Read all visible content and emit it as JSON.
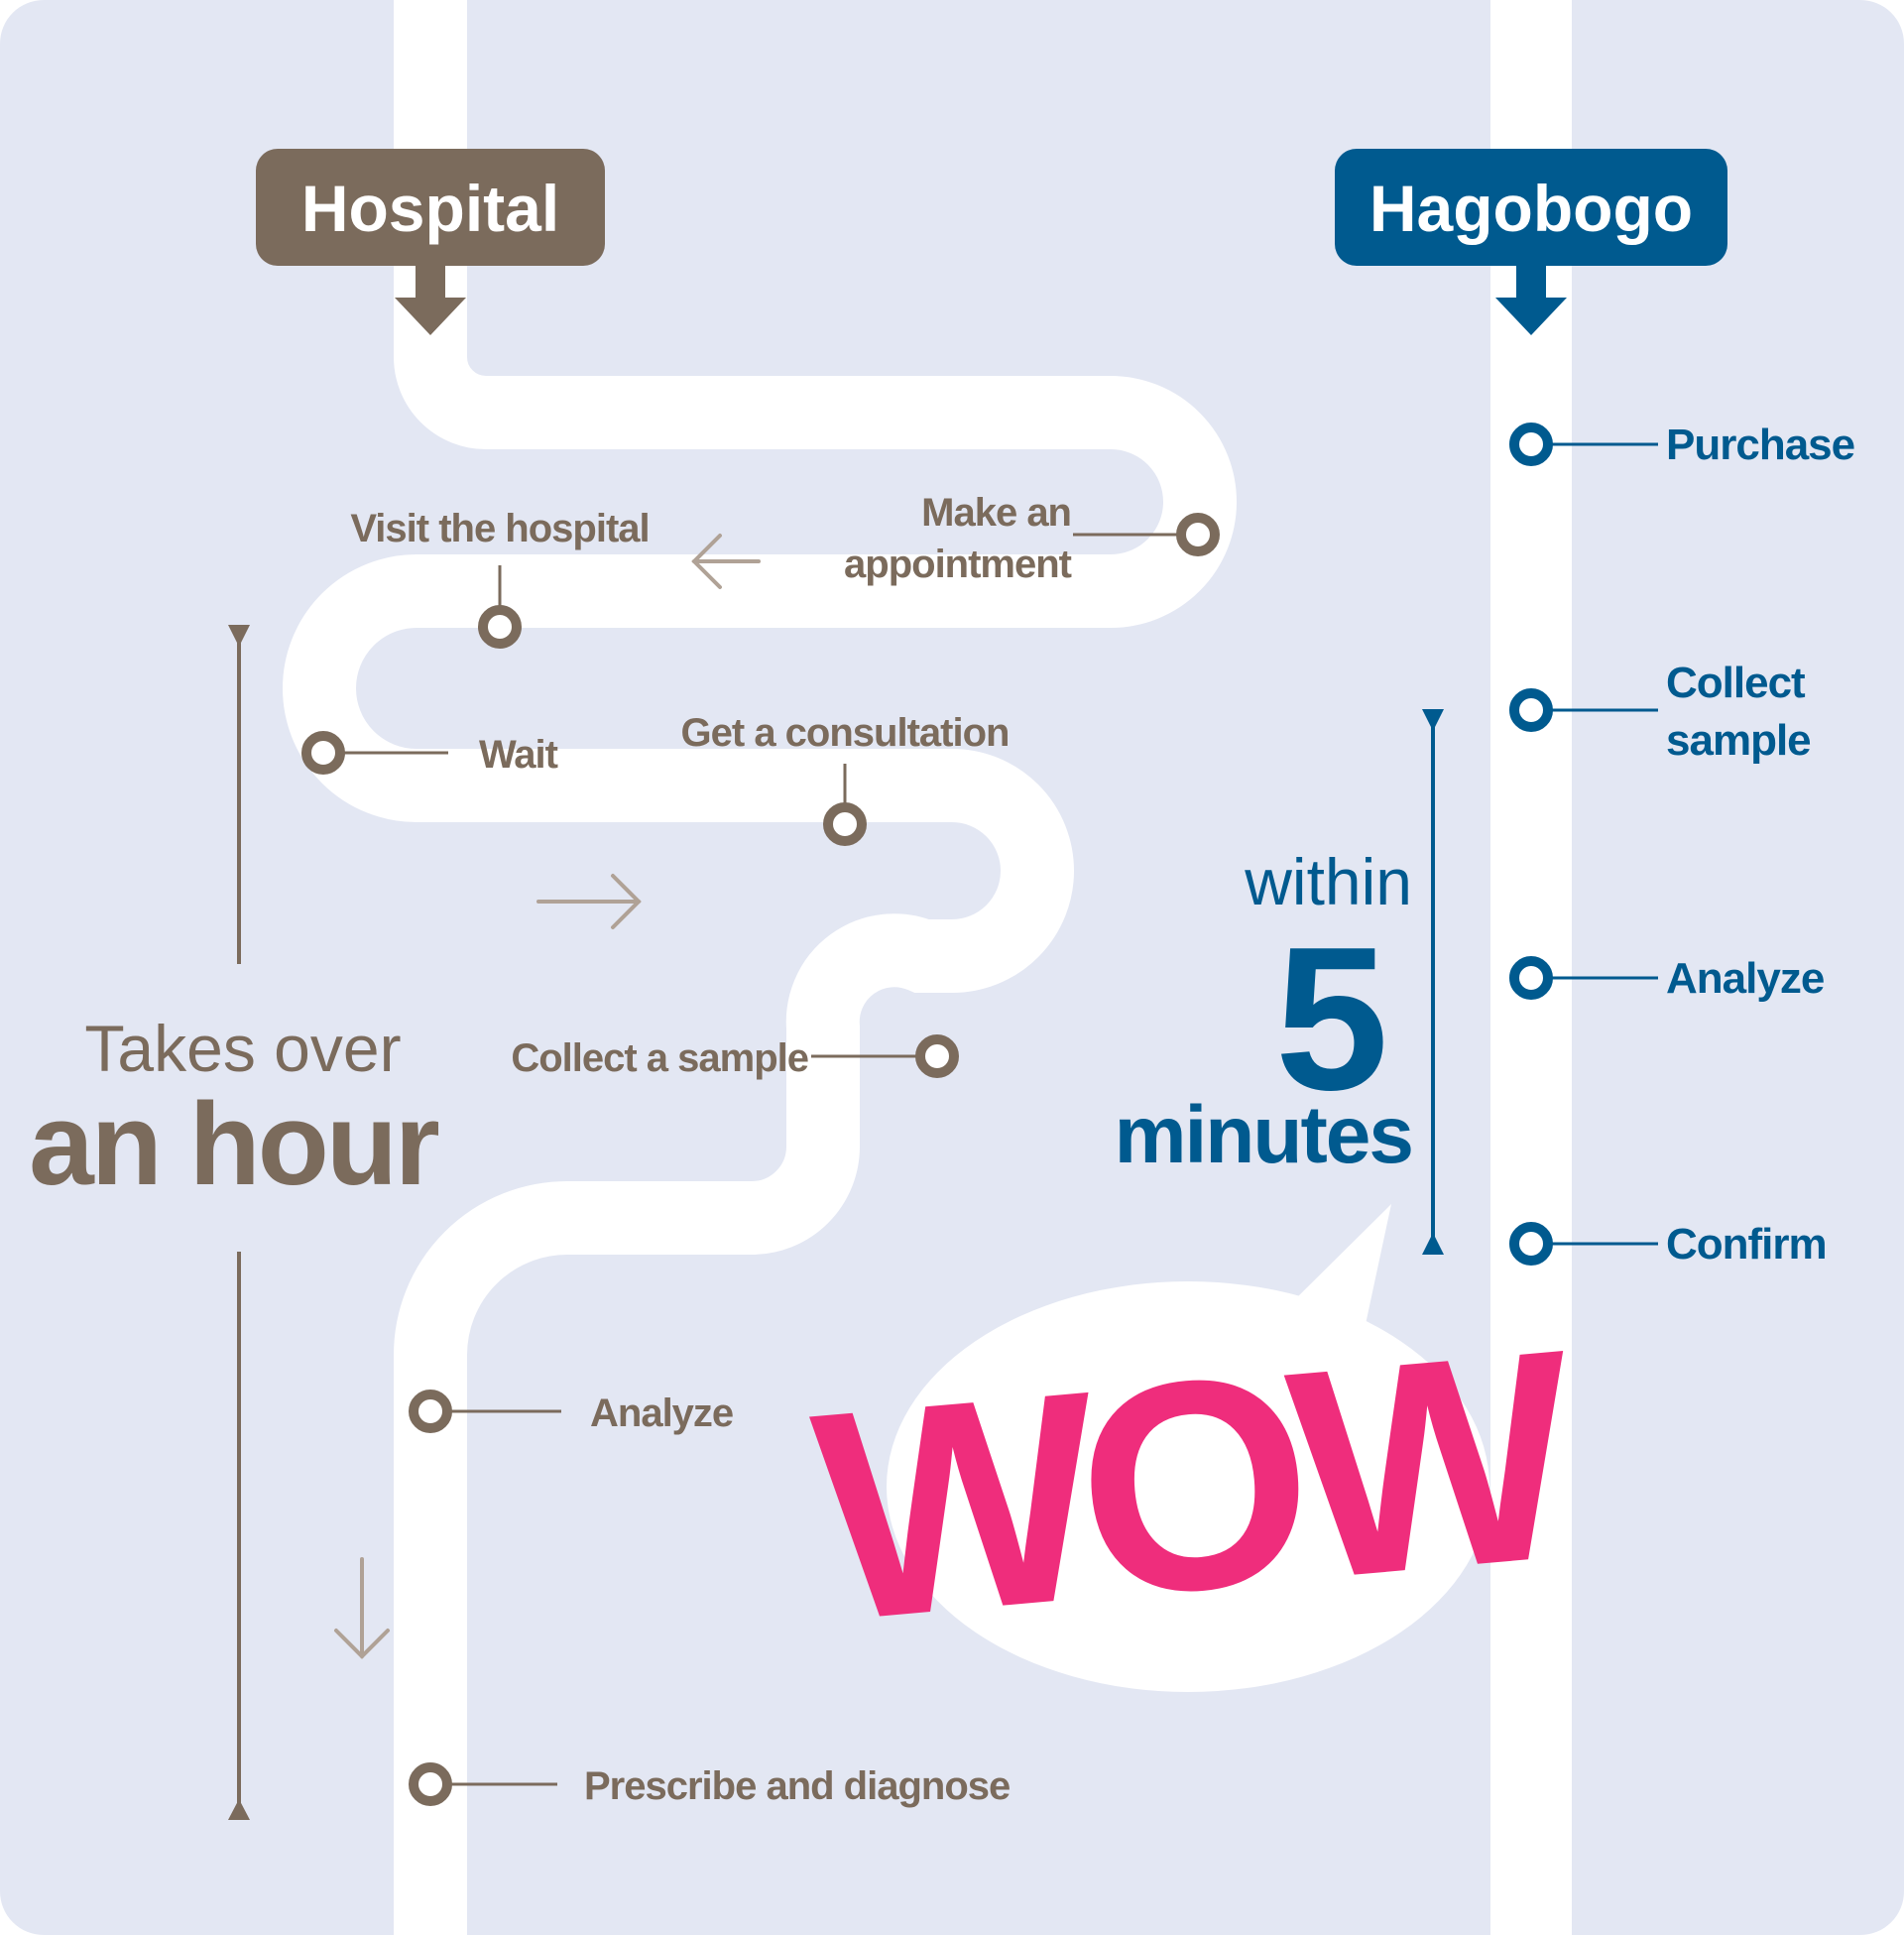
{
  "hospital": {
    "title": "Hospital",
    "steps": {
      "appointment_line1": "Make an",
      "appointment_line2": "appointment",
      "visit": "Visit the hospital",
      "wait": "Wait",
      "consultation": "Get a consultation",
      "collect": "Collect a sample",
      "analyze": "Analyze",
      "prescribe": "Prescribe and diagnose"
    },
    "duration_line1": "Takes over",
    "duration_line2": "an hour"
  },
  "hagobogo": {
    "title": "Hagobogo",
    "steps": {
      "purchase": "Purchase",
      "collect_line1": "Collect",
      "collect_line2": "sample",
      "analyze": "Analyze",
      "confirm": "Confirm"
    },
    "duration_line1": "within",
    "duration_number": "5",
    "duration_line3": "minutes"
  },
  "bubble": {
    "text": "WOW"
  },
  "colors": {
    "background": "#e3e7f3",
    "path": "#ffffff",
    "hospital": "#7b6b5c",
    "hagobogo": "#005a8f",
    "arrow": "#b0a296",
    "wow": "#ef2d7c"
  }
}
